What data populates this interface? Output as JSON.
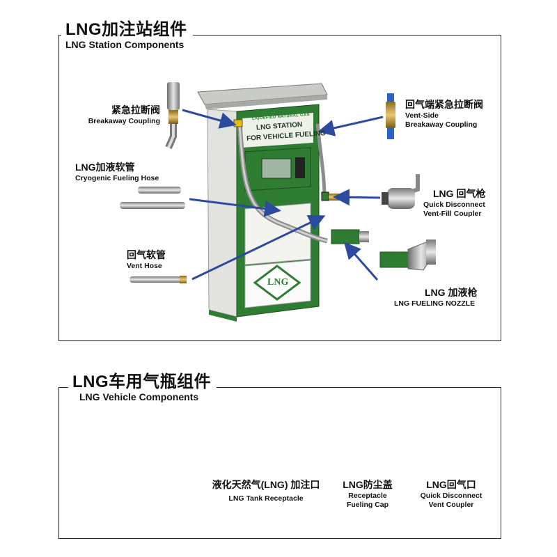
{
  "station": {
    "title_zh": "LNG加注站组件",
    "title_en": "LNG Station Components",
    "pump": {
      "header": "LIQUEFIED NATURAL GAS",
      "line1": "LNG STATION",
      "line2": "FOR VEHICLE FUELING",
      "logo": "LNG"
    },
    "components": [
      {
        "zh": "紧急拉断阀",
        "en": "Breakaway Coupling"
      },
      {
        "zh": "LNG加液软管",
        "en": "Cryogenic Fueling Hose"
      },
      {
        "zh": "回气软管",
        "en": "Vent Hose"
      },
      {
        "zh": "回气端紧急拉断阀",
        "en": "Vent-Side",
        "en2": "Breakaway Coupling"
      },
      {
        "zh": "LNG 回气枪",
        "en": "Quick Disconnect",
        "en2": "Vent-Fill Coupler"
      },
      {
        "zh": "LNG 加液枪",
        "en": "LNG FUELING NOZZLE"
      }
    ]
  },
  "vehicle": {
    "title_zh": "LNG车用气瓶组件",
    "title_en": "LNG Vehicle Components",
    "components": [
      {
        "zh": "液化天然气(LNG) 加注口",
        "en": "LNG Tank Receptacle"
      },
      {
        "zh": "LNG防尘盖",
        "en": "Receptacle",
        "en2": "Fueling Cap"
      },
      {
        "zh": "LNG回气口",
        "en": "Quick Disconnect",
        "en2": "Vent Coupler"
      }
    ]
  },
  "colors": {
    "pump_green": "#2e7d32",
    "arrow_blue": "#2b4aa0",
    "truck_green": "#3a8a3a"
  }
}
